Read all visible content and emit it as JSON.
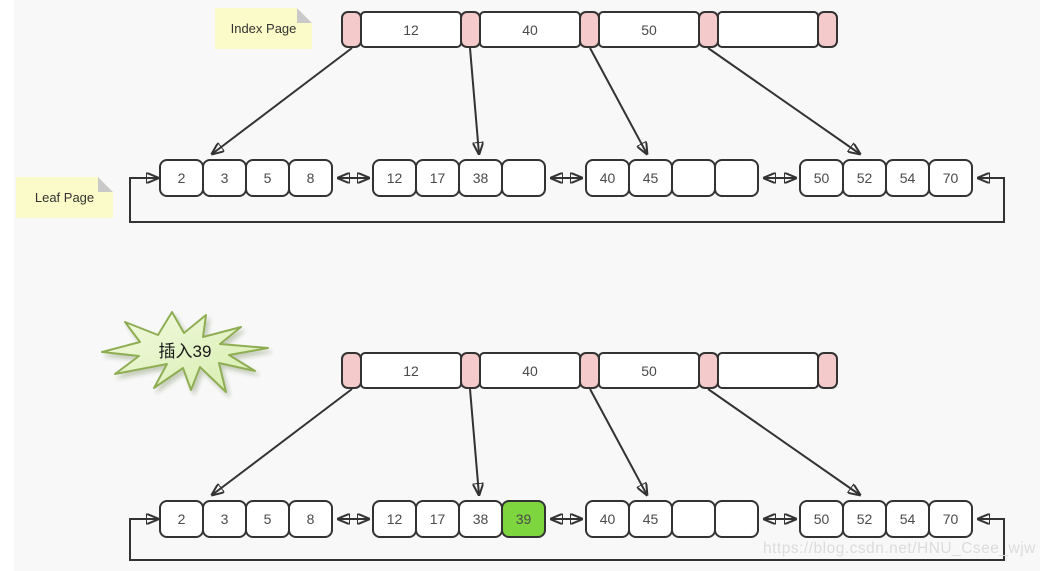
{
  "colors": {
    "background": "#f8f8f8",
    "pointer_pink": "#f5caca",
    "note_yellow": "#fbfbc9",
    "note_fold_gray": "#c9c9c9",
    "highlight_green": "#7ed63e",
    "line_dark": "#333333",
    "burst_fill_light": "#f3fae3",
    "burst_fill_dark": "#d5edaa",
    "burst_stroke": "#8fae54",
    "watermark_gray": "#dcdcdc"
  },
  "labels": {
    "index_page_note": "Index Page",
    "leaf_page_note": "Leaf Page",
    "burst_label": "插入39",
    "watermark": "https://blog.csdn.net/HNU_Csee_wjw"
  },
  "diagrams": {
    "before": {
      "index_keys": [
        "12",
        "40",
        "50",
        ""
      ],
      "leaf_groups": [
        [
          "2",
          "3",
          "5",
          "8"
        ],
        [
          "12",
          "17",
          "38",
          ""
        ],
        [
          "40",
          "45",
          "",
          ""
        ],
        [
          "50",
          "52",
          "54",
          "70"
        ]
      ]
    },
    "after": {
      "index_keys": [
        "12",
        "40",
        "50",
        ""
      ],
      "leaf_groups": [
        [
          "2",
          "3",
          "5",
          "8"
        ],
        [
          "12",
          "17",
          "38",
          "39"
        ],
        [
          "40",
          "45",
          "",
          ""
        ],
        [
          "50",
          "52",
          "54",
          "70"
        ]
      ],
      "inserted_key": "39"
    }
  }
}
